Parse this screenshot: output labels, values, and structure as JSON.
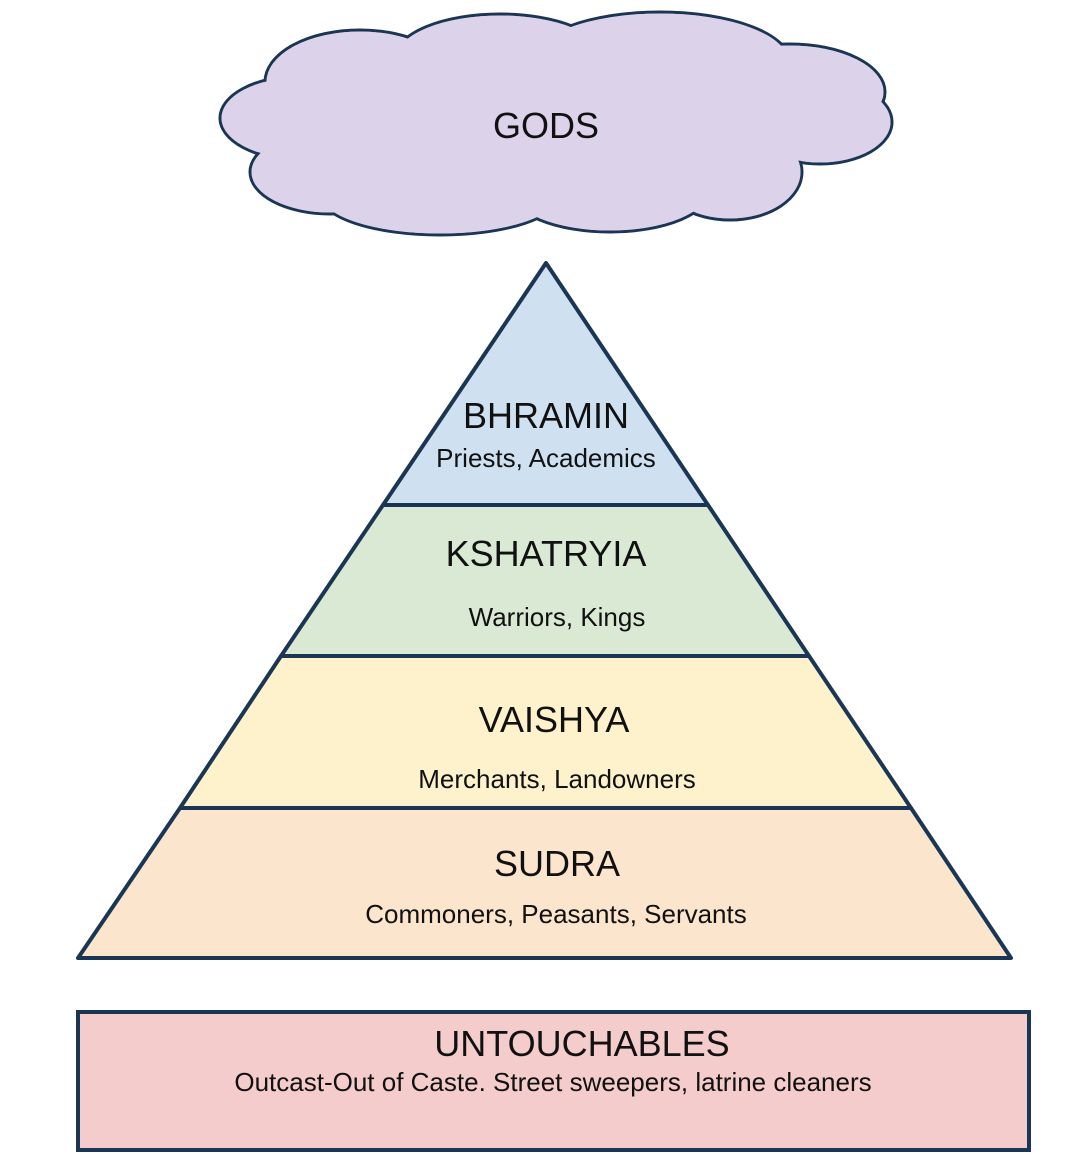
{
  "cloud": {
    "label": "GODS",
    "fill": "#DCD3EA"
  },
  "outline_color": "#1B3655",
  "tiers": [
    {
      "name": "BHRAMIN",
      "description": "Priests, Academics",
      "fill": "#CFE0F1"
    },
    {
      "name": "KSHATRYIA",
      "description": "Warriors, Kings",
      "fill": "#D9E9D3"
    },
    {
      "name": "VAISHYA",
      "description": "Merchants, Landowners",
      "fill": "#FEF2CC"
    },
    {
      "name": "SUDRA",
      "description": "Commoners, Peasants, Servants",
      "fill": "#FCE5CD"
    }
  ],
  "outcast": {
    "name": "UNTOUCHABLES",
    "description": "Outcast-Out of Caste. Street sweepers, latrine cleaners",
    "fill": "#F4CCCC"
  }
}
